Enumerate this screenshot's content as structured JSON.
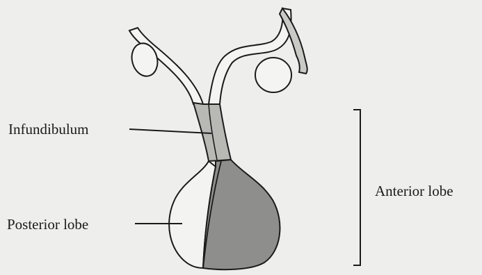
{
  "labels": {
    "infundibulum": "Infundibulum",
    "posterior_lobe": "Posterior lobe",
    "anterior_lobe": "Anterior lobe"
  },
  "colors": {
    "background": "#eeeeec",
    "ink": "#1a1a1a",
    "anterior_fill": "#8e8e8c",
    "stalk_fill": "#b8b8b5",
    "posterior_fill": "#f3f3f1"
  }
}
